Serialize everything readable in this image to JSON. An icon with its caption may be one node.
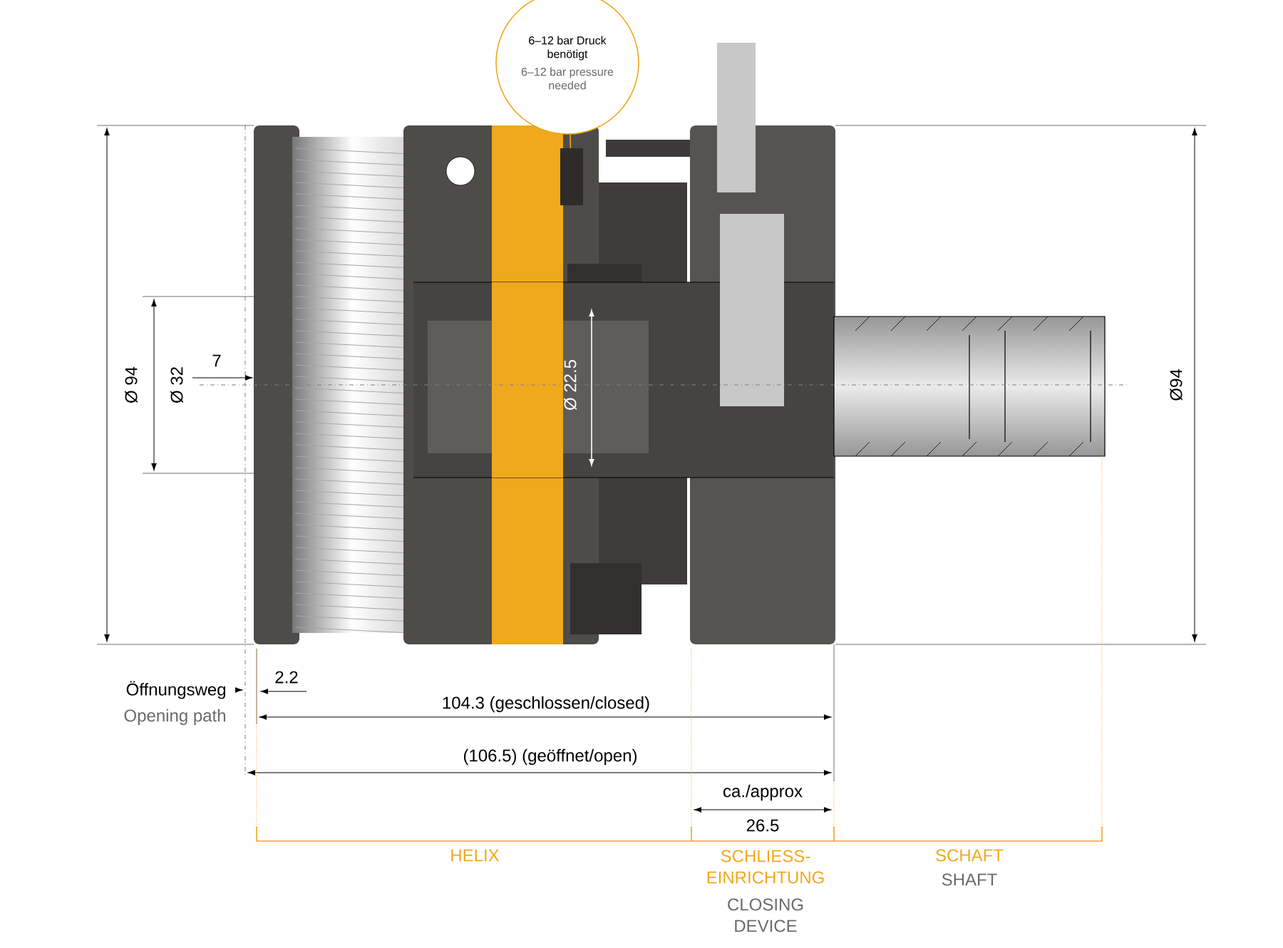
{
  "diagram": {
    "nodes": [
      {
        "text": [
          "6–12 bar Druck benötigt",
          "6–12 bar pressure needed"
        ]
      },
      {
        "text": [],
        "shape": "box"
      }
    ],
    "edges": [
      {
        "from": 0,
        "to": 1,
        "arrow": "none"
      }
    ],
    "labels": [
      "Ø 94",
      "Ø 32",
      "7",
      "Ø 22.5",
      "Ø94",
      "Öffnungsweg",
      "Opening path",
      "2.2",
      "104.3 (geschlossen/closed)",
      "(106.5) (geöffnet/open)",
      "ca./approx",
      "26.5",
      "HELIX",
      "SCHLIESS- EINRICHTUNG",
      "CLOSING DEVICE",
      "SCHAFT",
      "SHAFT"
    ]
  }
}
